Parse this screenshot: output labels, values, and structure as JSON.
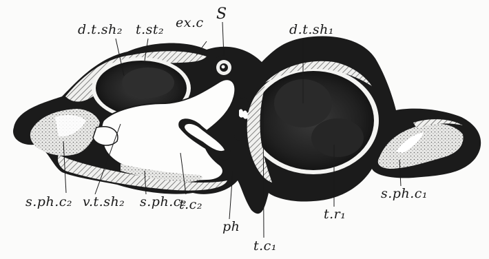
{
  "figure": {
    "labels": {
      "d_t_sh2": "d.t.sh₂",
      "t_st2": "t.st₂",
      "ex_c": "ex.c",
      "s": "S",
      "d_t_sh1": "d.t.sh₁",
      "s_ph_c2_left": "s.ph.c₂",
      "v_t_sh2": "v.t.sh₂",
      "s_ph_c2_mid": "s.ph.c₂",
      "t_c2": "t.c₂",
      "ph": "ph",
      "t_c1": "t.c₁",
      "t_r1": "t.r₁",
      "s_ph_c1": "s.ph.c₁"
    },
    "colors": {
      "dark_tissue": "#1b1b1b",
      "mid_tissue": "#5a5a5a",
      "light_tissue": "#d9d9d9",
      "background": "#fbfbfa",
      "line": "#1a1a1a"
    }
  }
}
